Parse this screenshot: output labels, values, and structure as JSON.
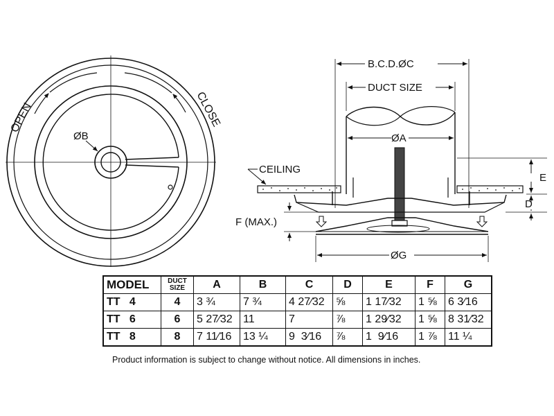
{
  "diagram": {
    "top_view": {
      "open_label": "OPEN",
      "close_label": "CLOSE",
      "diameter_b_label": "ØB"
    },
    "side_view": {
      "bcd_label": "B.C.D.ØC",
      "duct_size_label": "DUCT SIZE",
      "diameter_a_label": "ØA",
      "ceiling_label": "CEILING",
      "e_label": "E",
      "d_label": "D",
      "f_label": "F (MAX.)",
      "diameter_g_label": "ØG"
    }
  },
  "table": {
    "headers": {
      "model": "MODEL",
      "duct_size_line1": "DUCT",
      "duct_size_line2": "SIZE",
      "a": "A",
      "b": "B",
      "c": "C",
      "d": "D",
      "e": "E",
      "f": "F",
      "g": "G"
    },
    "rows": [
      {
        "model": "TT   4",
        "duct": "4",
        "a": "3 ¾",
        "b": "7 ¾",
        "c": "4 27⁄32",
        "d": "⅝",
        "e": "1 17⁄32",
        "f": "1 ⅝",
        "g": "6 3⁄16"
      },
      {
        "model": "TT   6",
        "duct": "6",
        "a": "5 27⁄32",
        "b": "11",
        "c": "7",
        "d": "⅞",
        "e": "1 29⁄32",
        "f": "1 ⅝",
        "g": "8 31⁄32"
      },
      {
        "model": "TT   8",
        "duct": "8",
        "a": "7 11⁄16",
        "b": "13 ¼",
        "c": "9  3⁄16",
        "d": "⅞",
        "e": "1  9⁄16",
        "f": "1 ⅞",
        "g": "11 ¼"
      }
    ]
  },
  "footnote": "Product information is subject to change without notice. All dimensions in inches."
}
